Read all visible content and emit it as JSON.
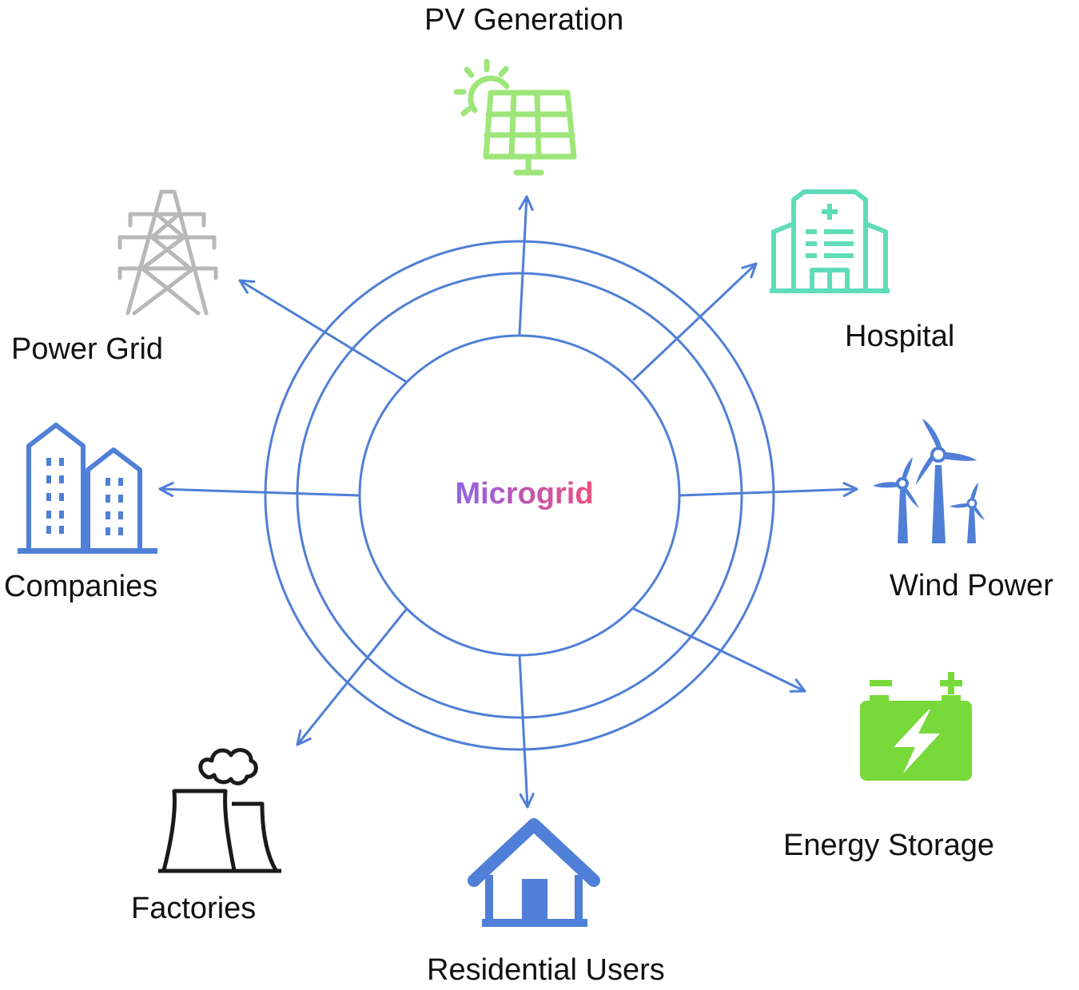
{
  "center": {
    "label": "Microgrid",
    "gradient_start": "#8f63e8",
    "gradient_end": "#ee4f7c"
  },
  "ring_color": "#4f7fd6",
  "nodes": [
    {
      "id": "pv",
      "label": "PV Generation",
      "icon": "solar-panel-icon",
      "color": "#9ee67a"
    },
    {
      "id": "hospital",
      "label": "Hospital",
      "icon": "hospital-icon",
      "color": "#5fdcb8"
    },
    {
      "id": "wind",
      "label": "Wind Power",
      "icon": "wind-turbine-icon",
      "color": "#4f7fd6"
    },
    {
      "id": "storage",
      "label": "Energy Storage",
      "icon": "battery-icon",
      "color": "#77d93a"
    },
    {
      "id": "residential",
      "label": "Residential Users",
      "icon": "house-icon",
      "color": "#4f7fd6"
    },
    {
      "id": "factories",
      "label": "Factories",
      "icon": "factory-icon",
      "color": "#1a1a1a"
    },
    {
      "id": "companies",
      "label": "Companies",
      "icon": "office-buildings-icon",
      "color": "#4f7fd6"
    },
    {
      "id": "grid",
      "label": "Power Grid",
      "icon": "power-tower-icon",
      "color": "#b8b8b8"
    }
  ]
}
